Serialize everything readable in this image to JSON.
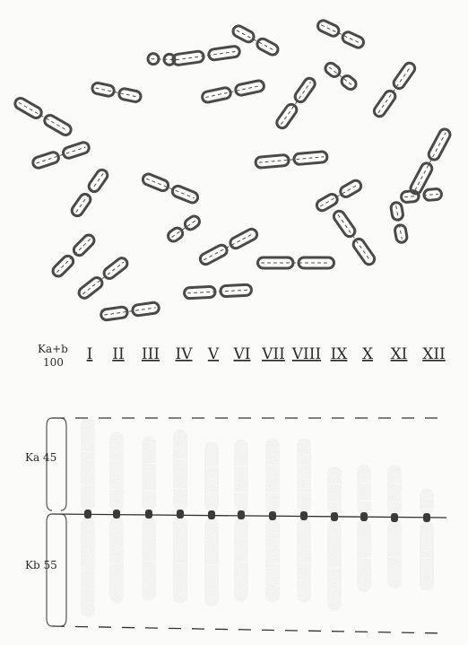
{
  "figure": {
    "header_label_main": "Ka+b",
    "header_label_sub": "100",
    "upper_label": "Ka 45",
    "lower_label": "Kb 55"
  },
  "karyogram": {
    "chromosomes": [
      {
        "label": "I",
        "arm_a": 42,
        "arm_b": 45
      },
      {
        "label": "II",
        "arm_a": 36,
        "arm_b": 39
      },
      {
        "label": "III",
        "arm_a": 34,
        "arm_b": 38
      },
      {
        "label": "IV",
        "arm_a": 37,
        "arm_b": 39
      },
      {
        "label": "V",
        "arm_a": 32,
        "arm_b": 40
      },
      {
        "label": "VI",
        "arm_a": 33,
        "arm_b": 38
      },
      {
        "label": "VII",
        "arm_a": 34,
        "arm_b": 38
      },
      {
        "label": "VIII",
        "arm_a": 34,
        "arm_b": 38
      },
      {
        "label": "IX",
        "arm_a": 22,
        "arm_b": 41
      },
      {
        "label": "X",
        "arm_a": 23,
        "arm_b": 33
      },
      {
        "label": "XI",
        "arm_a": 23,
        "arm_b": 31
      },
      {
        "label": "XII",
        "arm_a": 13,
        "arm_b": 32
      }
    ]
  },
  "colors": {
    "chromosome_fill": "#3b3b3b",
    "chromosome_band": "#575757",
    "outline": "#4a4a4a",
    "paper": "#fbfbf9"
  }
}
